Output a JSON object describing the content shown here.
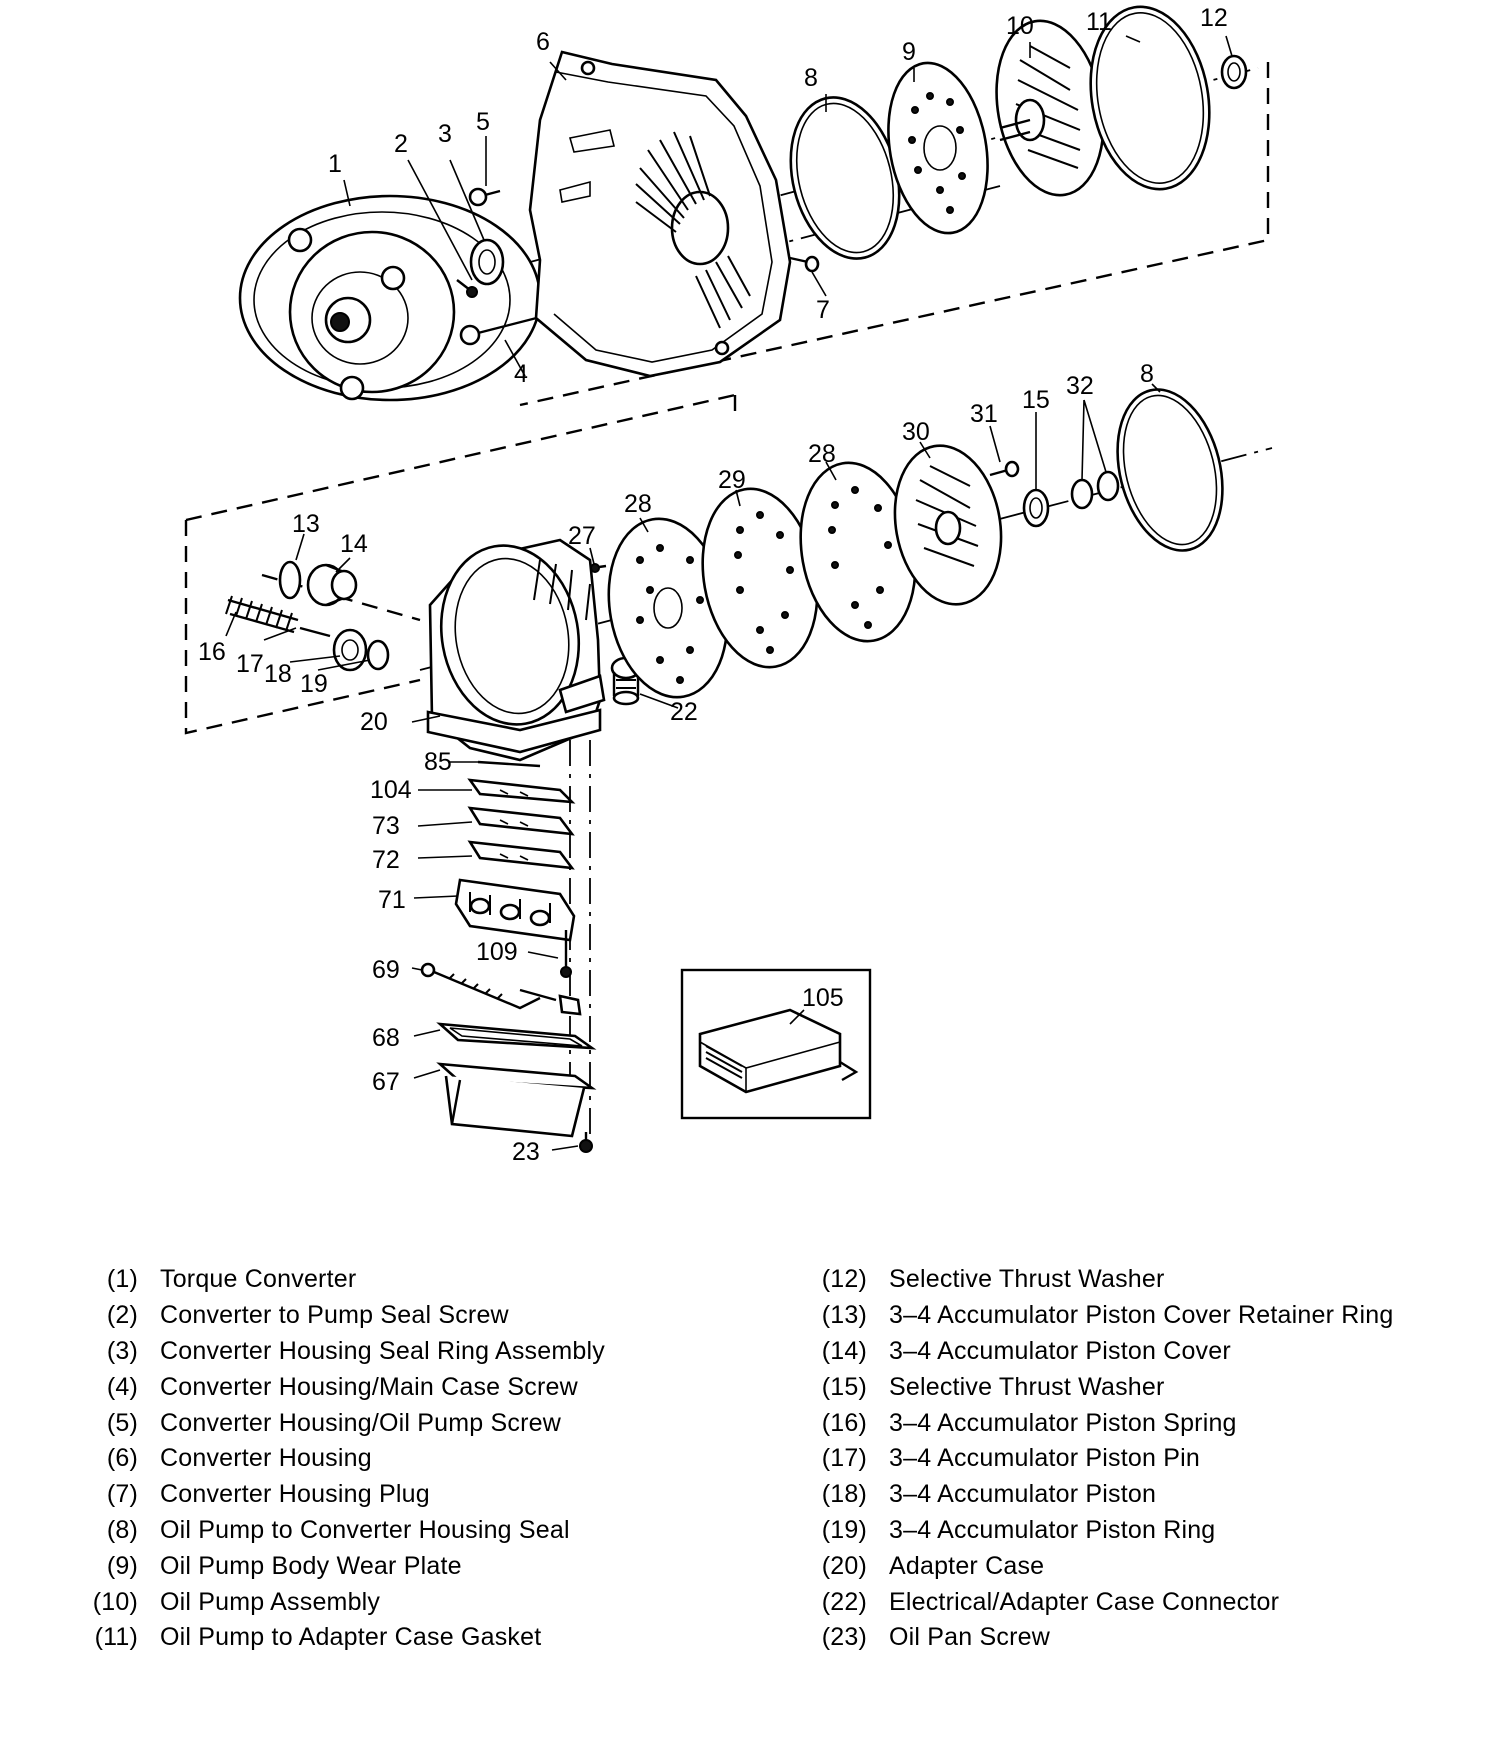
{
  "callouts": {
    "c1": "1",
    "c2": "2",
    "c3": "3",
    "c4": "4",
    "c5": "5",
    "c6": "6",
    "c7": "7",
    "c8a": "8",
    "c8b": "8",
    "c9": "9",
    "c10": "10",
    "c11": "11",
    "c12": "12",
    "c13": "13",
    "c14": "14",
    "c15": "15",
    "c16": "16",
    "c17": "17",
    "c18": "18",
    "c19": "19",
    "c20": "20",
    "c22": "22",
    "c23": "23",
    "c27": "27",
    "c28a": "28",
    "c28b": "28",
    "c29": "29",
    "c30": "30",
    "c31": "31",
    "c32": "32",
    "c67": "67",
    "c68": "68",
    "c69": "69",
    "c71": "71",
    "c72": "72",
    "c73": "73",
    "c85": "85",
    "c104": "104",
    "c105": "105",
    "c109": "109"
  },
  "legend": {
    "left": [
      {
        "num": "(1)",
        "text": "Torque Converter"
      },
      {
        "num": "(2)",
        "text": "Converter to Pump Seal Screw"
      },
      {
        "num": "(3)",
        "text": "Converter Housing Seal Ring Assembly"
      },
      {
        "num": "(4)",
        "text": "Converter Housing/Main Case Screw"
      },
      {
        "num": "(5)",
        "text": "Converter Housing/Oil Pump Screw"
      },
      {
        "num": "(6)",
        "text": "Converter Housing"
      },
      {
        "num": "(7)",
        "text": "Converter Housing Plug"
      },
      {
        "num": "(8)",
        "text": "Oil Pump to Converter Housing Seal"
      },
      {
        "num": "(9)",
        "text": "Oil Pump Body Wear Plate"
      },
      {
        "num": "(10)",
        "text": "Oil Pump Assembly"
      },
      {
        "num": "(11)",
        "text": "Oil Pump to Adapter Case Gasket"
      }
    ],
    "right": [
      {
        "num": "(12)",
        "text": "Selective Thrust Washer"
      },
      {
        "num": "(13)",
        "text": "3–4 Accumulator Piston Cover Retainer Ring"
      },
      {
        "num": "(14)",
        "text": "3–4 Accumulator Piston Cover"
      },
      {
        "num": "(15)",
        "text": "Selective Thrust Washer"
      },
      {
        "num": "(16)",
        "text": "3–4 Accumulator Piston Spring"
      },
      {
        "num": "(17)",
        "text": "3–4 Accumulator Piston Pin"
      },
      {
        "num": "(18)",
        "text": "3–4 Accumulator Piston"
      },
      {
        "num": "(19)",
        "text": "3–4 Accumulator Piston Ring"
      },
      {
        "num": "(20)",
        "text": "Adapter Case"
      },
      {
        "num": "(22)",
        "text": "Electrical/Adapter Case Connector"
      },
      {
        "num": "(23)",
        "text": "Oil Pan Screw"
      }
    ]
  }
}
